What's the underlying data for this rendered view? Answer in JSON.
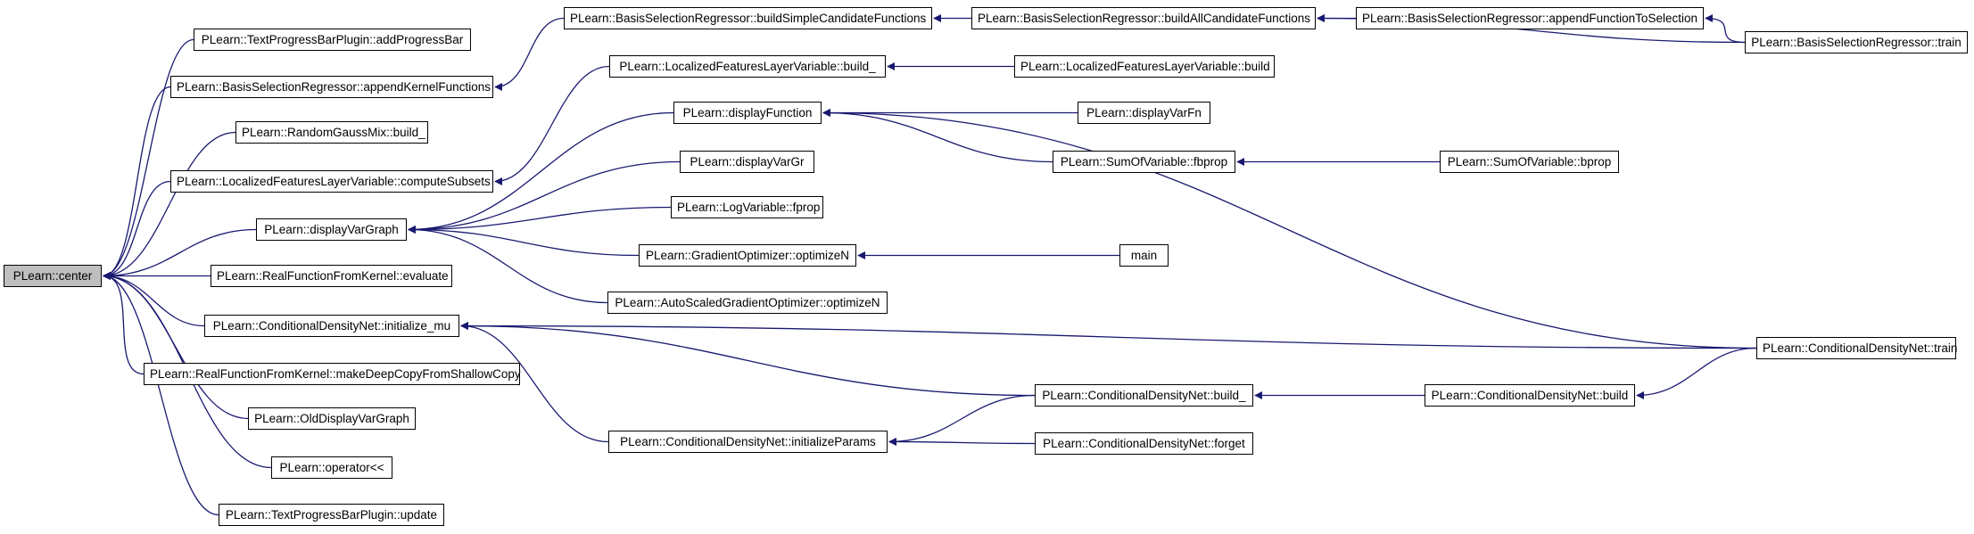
{
  "colors": {
    "edge": "#191970",
    "node_border": "#000000",
    "root_fill": "#bfbfbf",
    "node_fill": "#ffffff"
  },
  "nodes": {
    "center": "PLearn::center",
    "tpb_addProgressBar": "PLearn::TextProgressBarPlugin::addProgressBar",
    "bsr_appendKernelFunctions": "PLearn::BasisSelectionRegressor::appendKernelFunctions",
    "rgm_build_": "PLearn::RandomGaussMix::build_",
    "lflv_computeSubsets": "PLearn::LocalizedFeaturesLayerVariable::computeSubsets",
    "displayVarGraph": "PLearn::displayVarGraph",
    "rffk_evaluate": "PLearn::RealFunctionFromKernel::evaluate",
    "cdn_initialize_mu": "PLearn::ConditionalDensityNet::initialize_mu",
    "rffk_makeDeepCopy": "PLearn::RealFunctionFromKernel::makeDeepCopyFromShallowCopy",
    "oldDisplayVarGraph": "PLearn::OldDisplayVarGraph",
    "operatorLtLt": "PLearn::operator<<",
    "tpb_update": "PLearn::TextProgressBarPlugin::update",
    "bsr_buildSimpleCandidateFunctions": "PLearn::BasisSelectionRegressor::buildSimpleCandidateFunctions",
    "lflv_build_": "PLearn::LocalizedFeaturesLayerVariable::build_",
    "displayFunction": "PLearn::displayFunction",
    "displayVarGr": "PLearn::displayVarGr",
    "logVariable_fprop": "PLearn::LogVariable::fprop",
    "go_optimizeN": "PLearn::GradientOptimizer::optimizeN",
    "asgo_optimizeN": "PLearn::AutoScaledGradientOptimizer::optimizeN",
    "cdn_initializeParams": "PLearn::ConditionalDensityNet::initializeParams",
    "bsr_buildAllCandidateFunctions": "PLearn::BasisSelectionRegressor::buildAllCandidateFunctions",
    "lflv_build": "PLearn::LocalizedFeaturesLayerVariable::build",
    "displayVarFn": "PLearn::displayVarFn",
    "sov_fbprop": "PLearn::SumOfVariable::fbprop",
    "main": "main",
    "cdn_build_": "PLearn::ConditionalDensityNet::build_",
    "cdn_forget": "PLearn::ConditionalDensityNet::forget",
    "bsr_appendFunctionToSelection": "PLearn::BasisSelectionRegressor::appendFunctionToSelection",
    "sov_bprop": "PLearn::SumOfVariable::bprop",
    "cdn_build": "PLearn::ConditionalDensityNet::build",
    "bsr_train": "PLearn::BasisSelectionRegressor::train",
    "cdn_train": "PLearn::ConditionalDensityNet::train"
  },
  "edges": [
    [
      "tpb_addProgressBar",
      "center"
    ],
    [
      "bsr_appendKernelFunctions",
      "center"
    ],
    [
      "rgm_build_",
      "center"
    ],
    [
      "lflv_computeSubsets",
      "center"
    ],
    [
      "displayVarGraph",
      "center"
    ],
    [
      "rffk_evaluate",
      "center"
    ],
    [
      "cdn_initialize_mu",
      "center"
    ],
    [
      "rffk_makeDeepCopy",
      "center"
    ],
    [
      "oldDisplayVarGraph",
      "center"
    ],
    [
      "operatorLtLt",
      "center"
    ],
    [
      "tpb_update",
      "center"
    ],
    [
      "bsr_buildSimpleCandidateFunctions",
      "bsr_appendKernelFunctions"
    ],
    [
      "lflv_build_",
      "lflv_computeSubsets"
    ],
    [
      "displayFunction",
      "displayVarGraph"
    ],
    [
      "displayVarGr",
      "displayVarGraph"
    ],
    [
      "logVariable_fprop",
      "displayVarGraph"
    ],
    [
      "go_optimizeN",
      "displayVarGraph"
    ],
    [
      "asgo_optimizeN",
      "displayVarGraph"
    ],
    [
      "cdn_initializeParams",
      "cdn_initialize_mu"
    ],
    [
      "cdn_build_",
      "cdn_initialize_mu"
    ],
    [
      "cdn_train",
      "cdn_initialize_mu"
    ],
    [
      "bsr_buildAllCandidateFunctions",
      "bsr_buildSimpleCandidateFunctions"
    ],
    [
      "lflv_build",
      "lflv_build_"
    ],
    [
      "displayVarFn",
      "displayFunction"
    ],
    [
      "sov_fbprop",
      "displayFunction"
    ],
    [
      "cdn_train",
      "displayFunction"
    ],
    [
      "main",
      "go_optimizeN"
    ],
    [
      "cdn_build_",
      "cdn_initializeParams"
    ],
    [
      "cdn_forget",
      "cdn_initializeParams"
    ],
    [
      "bsr_appendFunctionToSelection",
      "bsr_buildAllCandidateFunctions"
    ],
    [
      "bsr_train",
      "bsr_buildAllCandidateFunctions"
    ],
    [
      "sov_bprop",
      "sov_fbprop"
    ],
    [
      "cdn_build",
      "cdn_build_"
    ],
    [
      "bsr_train",
      "bsr_appendFunctionToSelection"
    ],
    [
      "cdn_train",
      "cdn_build"
    ]
  ]
}
